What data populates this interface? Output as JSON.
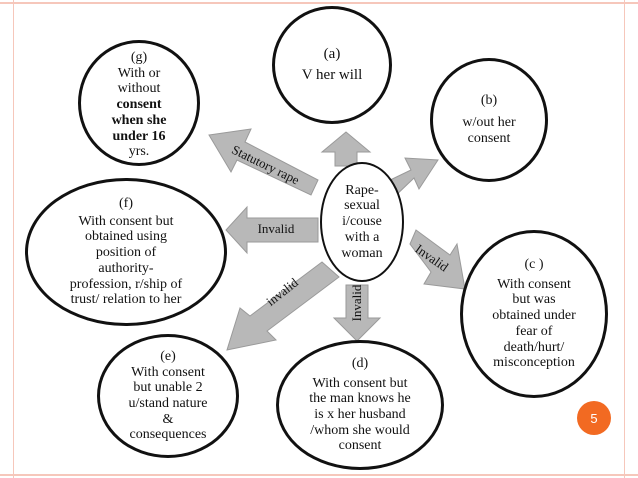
{
  "center": {
    "lines": [
      "Rape-",
      "sexual",
      "i/couse",
      "with a",
      "woman"
    ]
  },
  "nodes": {
    "g": {
      "letter": "(g)",
      "lines": [
        "With or",
        "without"
      ],
      "bold_lines": [
        "consent",
        "when she",
        "under 16"
      ],
      "tail": "yrs."
    },
    "a": {
      "letter": "(a)",
      "lines": [
        "V her will"
      ]
    },
    "b": {
      "letter": "(b)",
      "lines": [
        "w/out her",
        "consent"
      ]
    },
    "f": {
      "letter": "(f)",
      "lines": [
        "With consent but",
        "obtained using",
        "position of",
        "authority-",
        "profession, r/ship of",
        "trust/ relation to her"
      ]
    },
    "c": {
      "letter": "(c )",
      "lines": [
        "With consent",
        "but was",
        "obtained under",
        "fear of",
        "death/hurt/",
        "misconception"
      ]
    },
    "e": {
      "letter": "(e)",
      "lines": [
        "With consent",
        "but unable 2",
        "u/stand nature",
        "&",
        "consequences"
      ]
    },
    "d": {
      "letter": "(d)",
      "lines": [
        "With consent but",
        "the man knows he",
        "is  x her husband",
        "/whom she would",
        "consent"
      ]
    }
  },
  "arrow_labels": {
    "statutory": "Statutory rape",
    "f": "Invalid",
    "c": "Invalid",
    "e": "invalid",
    "d": "Invalid"
  },
  "page_number": "5",
  "colors": {
    "arrow_fill": "#b8b8b8",
    "arrow_stroke": "#9a9a9a",
    "badge": "#f26a22",
    "frame": "#f6c7bb"
  }
}
